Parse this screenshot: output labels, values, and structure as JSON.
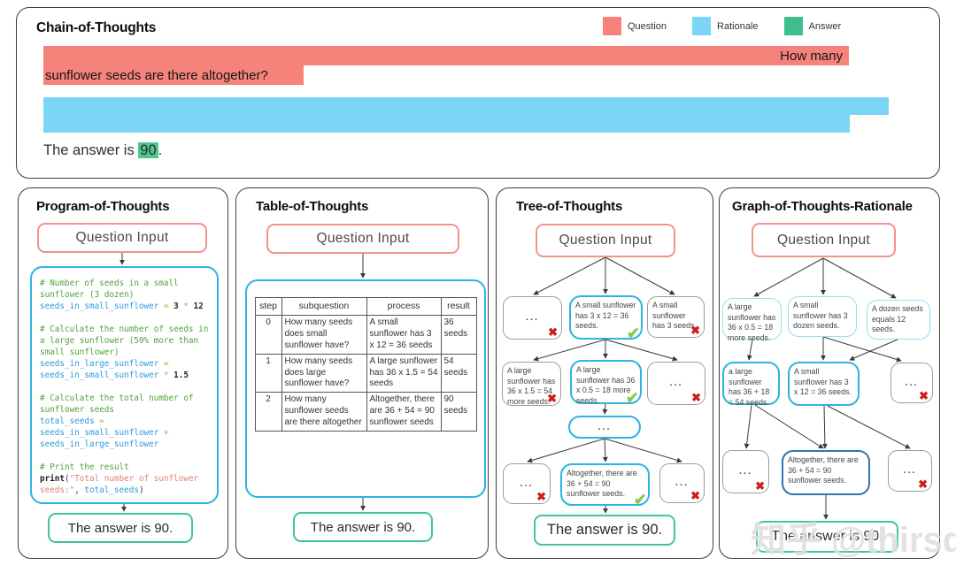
{
  "icons": {
    "cross": "✖",
    "check": "✔"
  },
  "colors": {
    "question": "#F5837B",
    "rationale": "#7DD5F6",
    "answer": "#3FBE8D",
    "accept_node_border": "#2AB5E2",
    "reject_node_border": "#9D9D9D",
    "final_node_border": "#3273B0",
    "cross": "#C9211C",
    "check": "#8DC74F"
  },
  "legend": [
    {
      "label": "Question",
      "color": "#F5837B"
    },
    {
      "label": "Rationale",
      "color": "#7DD5F6"
    },
    {
      "label": "Answer",
      "color": "#3FBE8D"
    }
  ],
  "chain": {
    "title": "Chain-of-Thoughts",
    "question_line1": "How many",
    "question_line2": "sunflower seeds are there altogether?",
    "answer_prefix": "The answer is ",
    "answer_value": "90",
    "answer_suffix": "."
  },
  "pot": {
    "title": "Program-of-Thoughts",
    "question_input": "Question Input",
    "answer": "The answer is 90.",
    "code_lines": [
      [
        {
          "t": "# Number of seeds in a small",
          "c": "cm"
        }
      ],
      [
        {
          "t": "sunflower (3 dozen)",
          "c": "cm"
        }
      ],
      [
        {
          "t": "seeds_in_small_sunflower ",
          "c": "v"
        },
        {
          "t": "= ",
          "c": "o"
        },
        {
          "t": "3 ",
          "c": "n"
        },
        {
          "t": "* ",
          "c": "o"
        },
        {
          "t": "12",
          "c": "n"
        }
      ],
      [],
      [
        {
          "t": "# Calculate the number of seeds in",
          "c": "cm"
        }
      ],
      [
        {
          "t": "a large sunflower (50% more than",
          "c": "cm"
        }
      ],
      [
        {
          "t": "small sunflower)",
          "c": "cm"
        }
      ],
      [
        {
          "t": "seeds_in_large_sunflower ",
          "c": "v"
        },
        {
          "t": "=",
          "c": "o"
        }
      ],
      [
        {
          "t": "seeds_in_small_sunflower ",
          "c": "v"
        },
        {
          "t": "* ",
          "c": "o"
        },
        {
          "t": "1.5",
          "c": "n"
        }
      ],
      [],
      [
        {
          "t": "# Calculate the total number of",
          "c": "cm"
        }
      ],
      [
        {
          "t": "sunflower seeds",
          "c": "cm"
        }
      ],
      [
        {
          "t": "total_seeds ",
          "c": "v"
        },
        {
          "t": "=",
          "c": "o"
        }
      ],
      [
        {
          "t": "seeds_in_small_sunflower ",
          "c": "v"
        },
        {
          "t": "+",
          "c": "o"
        }
      ],
      [
        {
          "t": "seeds_in_large_sunflower",
          "c": "v"
        }
      ],
      [],
      [
        {
          "t": "# Print the result",
          "c": "cm"
        }
      ],
      [
        {
          "t": "print",
          "c": "k"
        },
        {
          "t": "(",
          "c": "p"
        },
        {
          "t": "\"Total number of sunflower",
          "c": "s"
        }
      ],
      [
        {
          "t": "seeds:\"",
          "c": "s"
        },
        {
          "t": ", ",
          "c": "p"
        },
        {
          "t": "total_seeds",
          "c": "v"
        },
        {
          "t": ")",
          "c": "p"
        }
      ]
    ]
  },
  "tot": {
    "title": "Table-of-Thoughts",
    "question_input": "Question Input",
    "answer": "The answer is 90.",
    "table": {
      "headers": [
        "step",
        "subquestion",
        "process",
        "result"
      ],
      "rows": [
        [
          "0",
          "How many seeds does small sunflower have?",
          "A small sunflower has 3 x 12 = 36 seeds",
          "36 seeds"
        ],
        [
          "1",
          "How many seeds does large sunflower have?",
          "A large sunflower has 36 x 1.5 = 54 seeds",
          "54 seeds"
        ],
        [
          "2",
          "How many sunflower seeds are there altogether",
          "Altogether, there are 36 + 54 = 90 sunflower seeds",
          "90 seeds"
        ]
      ]
    }
  },
  "tree": {
    "title": "Tree-of-Thoughts",
    "question_input": "Question Input",
    "answer": "The answer is 90.",
    "l1": [
      {
        "text": "...",
        "mark": "x"
      },
      {
        "text": "A small sunflower has 3 x 12 = 36 seeds.",
        "mark": "check"
      },
      {
        "text": "A small sunflower has 3 seeds.",
        "mark": "x"
      }
    ],
    "l2": [
      {
        "text": "A large sunflower has 36 x 1.5 = 54 more seeds.",
        "mark": "x"
      },
      {
        "text": "A large sunflower has 36 x 0.5 = 18 more seeds.",
        "mark": "check"
      },
      {
        "text": "...",
        "mark": "x"
      }
    ],
    "mid": {
      "text": "..."
    },
    "l3": [
      {
        "text": "...",
        "mark": "x"
      },
      {
        "text": "Altogether, there are 36 + 54 = 90 sunflower seeds.",
        "mark": "check"
      },
      {
        "text": "...",
        "mark": "x"
      }
    ]
  },
  "graph": {
    "title": "Graph-of-Thoughts-Rationale",
    "question_input": "Question Input",
    "answer": "The answer is 90.",
    "l1": [
      {
        "text": "A large sunflower has 36 x 0.5 = 18 more seeds."
      },
      {
        "text": "A small sunflower has 3 dozen seeds."
      },
      {
        "text": "A dozen seeds equals 12 seeds."
      }
    ],
    "l2": [
      {
        "text": "a large sunflower has 36 + 18 = 54 seeds"
      },
      {
        "text": "A small sunflower has 3 x 12 = 36 seeds."
      },
      {
        "text": "...",
        "mark": "x"
      }
    ],
    "l3": [
      {
        "text": "...",
        "mark": "x"
      },
      {
        "text": "Altogether, there are 36 + 54 = 90 sunflower seeds."
      },
      {
        "text": "...",
        "mark": "x"
      }
    ]
  },
  "watermark": "知乎 @thirsd"
}
